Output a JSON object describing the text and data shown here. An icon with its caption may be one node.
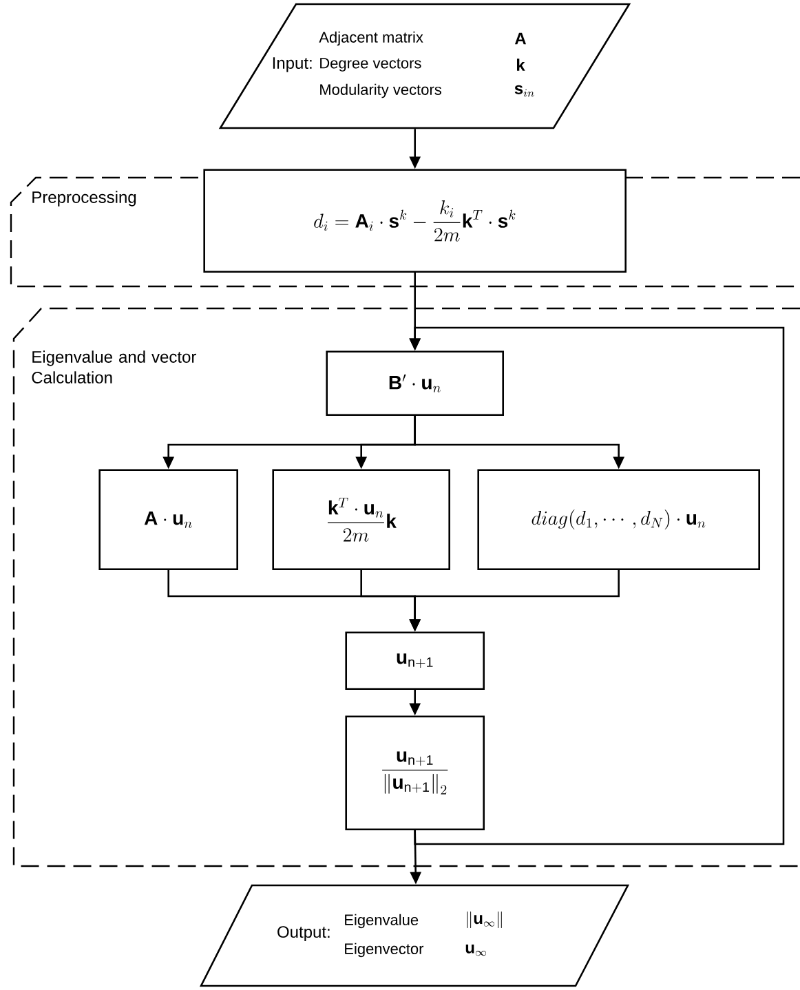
{
  "diagram": {
    "nodes": [
      {
        "text": [
          "Input:",
          "Adjacent matrix",
          "Degree vectors",
          "Modularity vectors",
          "\\mathbf{A}",
          "\\mathbf{k}",
          "\\mathbf{s}_{in}"
        ]
      },
      {
        "text": [
          "Preprocessing"
        ]
      },
      {
        "text": [
          "d_i = \\mathbf{A}_i \\cdot \\mathbf{s}^k - \\frac{k_i}{2m}\\mathbf{k}^T \\cdot \\mathbf{s}^k"
        ],
        "in": 1
      },
      {
        "text": [
          "Eigenvalue and vector Calculation"
        ]
      },
      {
        "text": [
          "\\mathbf{B}' \\cdot \\mathbf{u}_n"
        ],
        "in": 3
      },
      {
        "text": [
          "\\mathbf{A} \\cdot \\mathbf{u}_n"
        ],
        "in": 3
      },
      {
        "text": [
          "\\frac{\\mathbf{k}^T \\cdot \\mathbf{u}_n}{2m}\\mathbf{k}"
        ],
        "in": 3
      },
      {
        "text": [
          "diag(d_1,\\cdots,d_N) \\cdot \\mathbf{u}_n"
        ],
        "in": 3
      },
      {
        "text": [
          "\\mathbf{u}_{\\mathrm{n+1}}"
        ],
        "in": 3
      },
      {
        "text": [
          "\\frac{\\mathbf{u}_{\\mathrm{n+1}}}{\\left\\|\\mathbf{u}_{\\mathrm{n+1}}\\right\\|_2}"
        ],
        "in": 3
      },
      {
        "text": [
          "Output:",
          "Eigenvalue",
          "\\left\\|\\mathbf{u}_{\\infty}\\right\\|",
          "Eigenvector",
          "\\mathbf{u}_{\\infty}"
        ]
      }
    ],
    "edges": [
      {
        "from": 0,
        "to": 2,
        "arrow": "to"
      },
      {
        "from": 2,
        "to": 4,
        "arrow": "to"
      },
      {
        "from": 4,
        "to": 5,
        "arrow": "to"
      },
      {
        "from": 4,
        "to": 6,
        "arrow": "to"
      },
      {
        "from": 4,
        "to": 7,
        "arrow": "to"
      },
      {
        "from": 5,
        "to": 8,
        "arrow": "to"
      },
      {
        "from": 6,
        "to": 8,
        "arrow": "to"
      },
      {
        "from": 7,
        "to": 8,
        "arrow": "to"
      },
      {
        "from": 8,
        "to": 9,
        "arrow": "to"
      },
      {
        "from": 9,
        "to": 4,
        "arrow": "to"
      },
      {
        "from": 9,
        "to": 10,
        "arrow": "to"
      }
    ]
  }
}
